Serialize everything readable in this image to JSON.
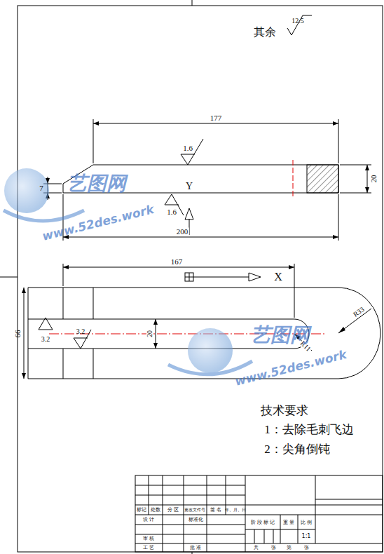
{
  "diagram": {
    "labels": [
      "其余",
      "12.5",
      "177",
      "1.6",
      "7",
      "20",
      "Y",
      "1.6",
      "200",
      "167",
      "X",
      "66",
      "3.2",
      "3.2",
      "20",
      "R33",
      "R11",
      "技术要求",
      "1：去除毛刺飞边",
      "2：尖角倒钝",
      "艺图网",
      "www.52des.work",
      "艺图网",
      "www.52des.work",
      "标记",
      "处数",
      "分 区",
      "更改文件号",
      "签 名",
      "年、月、日",
      "设 计",
      "标准化",
      "阶 段 标 记",
      "重 量",
      "比 例",
      "审 核",
      "工 艺",
      "批 准",
      "1:1",
      "共",
      "张",
      "第",
      "张"
    ]
  }
}
